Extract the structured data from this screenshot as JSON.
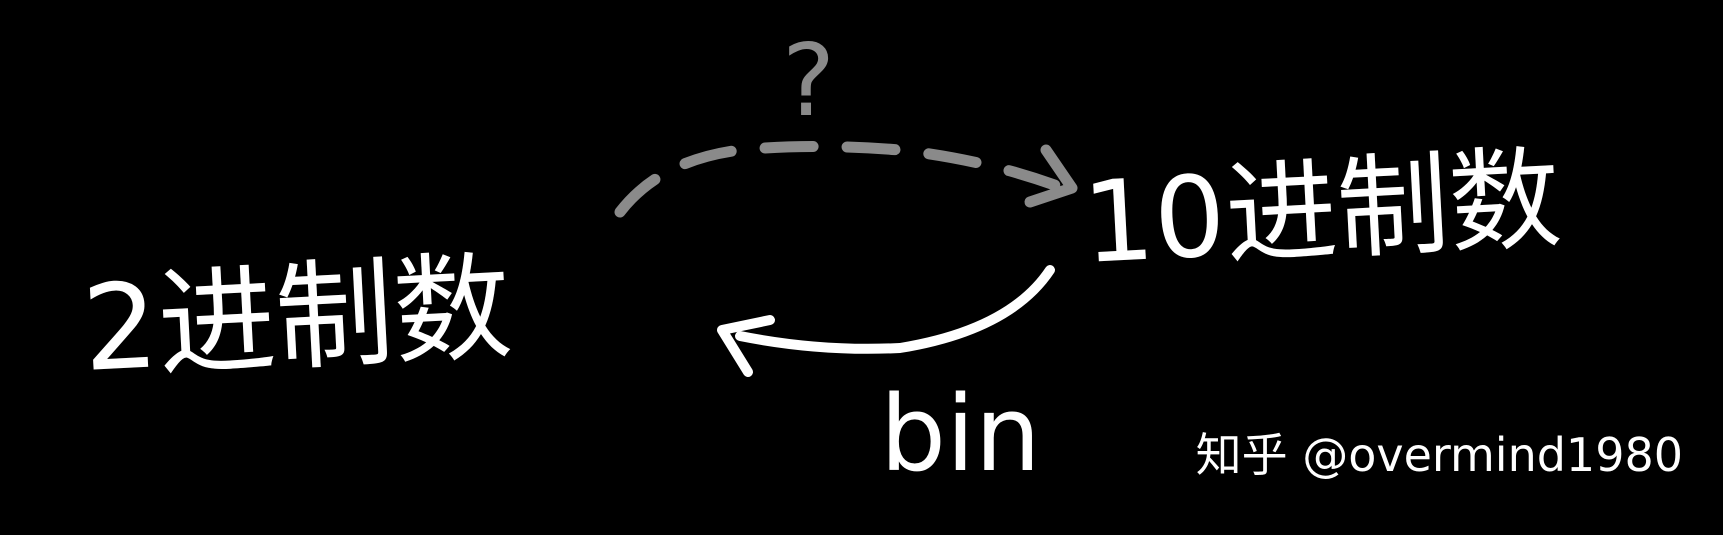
{
  "diagram": {
    "left_node": "2进制数",
    "right_node": "10进制数",
    "top_edge_label": "?",
    "bottom_edge_label": "bin"
  },
  "watermark": "知乎 @overmind1980",
  "colors": {
    "background": "#000000",
    "ink": "#ffffff",
    "dashed_arrow": "#8a8a8a"
  }
}
